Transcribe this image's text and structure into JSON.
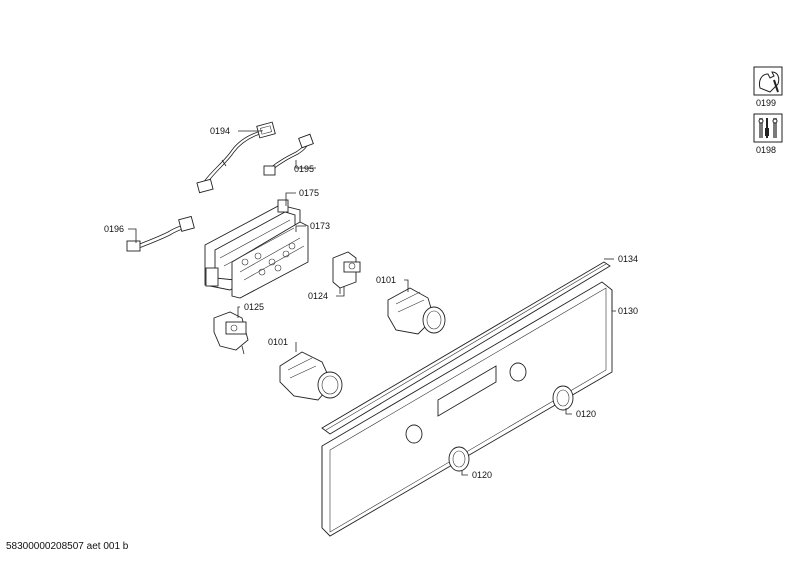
{
  "diagram": {
    "labels": {
      "p0194": "0194",
      "p0195": "0195",
      "p0196": "0196",
      "p0175": "0175",
      "p0173": "0173",
      "p0124": "0124",
      "p0125": "0125",
      "p0101a": "0101",
      "p0101b": "0101",
      "p0134": "0134",
      "p0130": "0130",
      "p0120a": "0120",
      "p0120b": "0120",
      "p0199": "0199",
      "p0198": "0198"
    },
    "icons": {
      "service": "wrench-icon",
      "tools": "tools-icon"
    }
  },
  "footer": {
    "doc_id": "58300000208507 aet 001 b"
  }
}
